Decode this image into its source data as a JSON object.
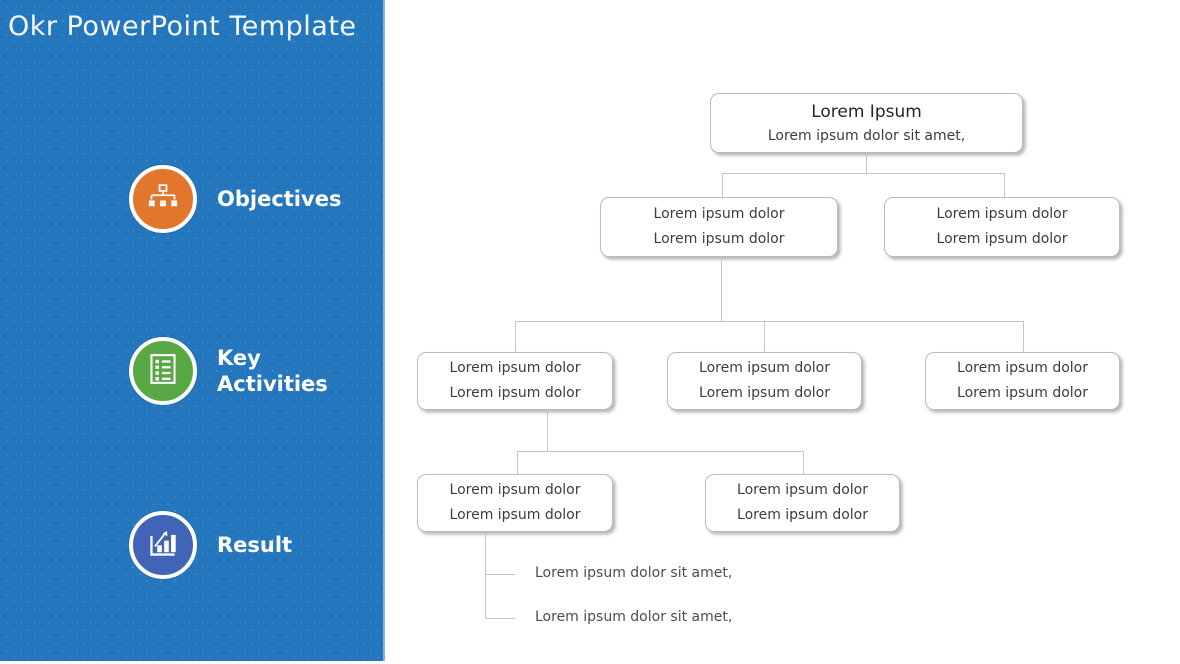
{
  "sidebar": {
    "title": "Okr PowerPoint Template",
    "items": [
      {
        "label": "Objectives",
        "icon": "org-chart-icon",
        "color": "#e2762d"
      },
      {
        "label": "Key Activities",
        "icon": "checklist-icon",
        "color": "#5aa746"
      },
      {
        "label": "Result",
        "icon": "bar-chart-icon",
        "color": "#4164b6"
      }
    ]
  },
  "diagram": {
    "root": {
      "title": "Lorem Ipsum",
      "subtitle": "Lorem ipsum dolor sit amet,"
    },
    "level2": [
      {
        "line1": "Lorem ipsum dolor",
        "line2": "Lorem ipsum dolor"
      },
      {
        "line1": "Lorem ipsum dolor",
        "line2": "Lorem ipsum dolor"
      }
    ],
    "level3": [
      {
        "line1": "Lorem ipsum dolor",
        "line2": "Lorem ipsum dolor"
      },
      {
        "line1": "Lorem ipsum dolor",
        "line2": "Lorem ipsum dolor"
      },
      {
        "line1": "Lorem ipsum dolor",
        "line2": "Lorem ipsum dolor"
      }
    ],
    "level4": [
      {
        "line1": "Lorem ipsum dolor",
        "line2": "Lorem ipsum dolor"
      },
      {
        "line1": "Lorem ipsum dolor",
        "line2": "Lorem ipsum dolor"
      }
    ],
    "notes": [
      "Lorem ipsum dolor sit amet,",
      "Lorem ipsum dolor sit amet,"
    ]
  },
  "colors": {
    "sidebar_blue": "#2577bd",
    "objectives_orange": "#e2762d",
    "key_activities_green": "#5aa746",
    "result_blue": "#4164b6",
    "connector_gray": "#c6c6c6"
  }
}
